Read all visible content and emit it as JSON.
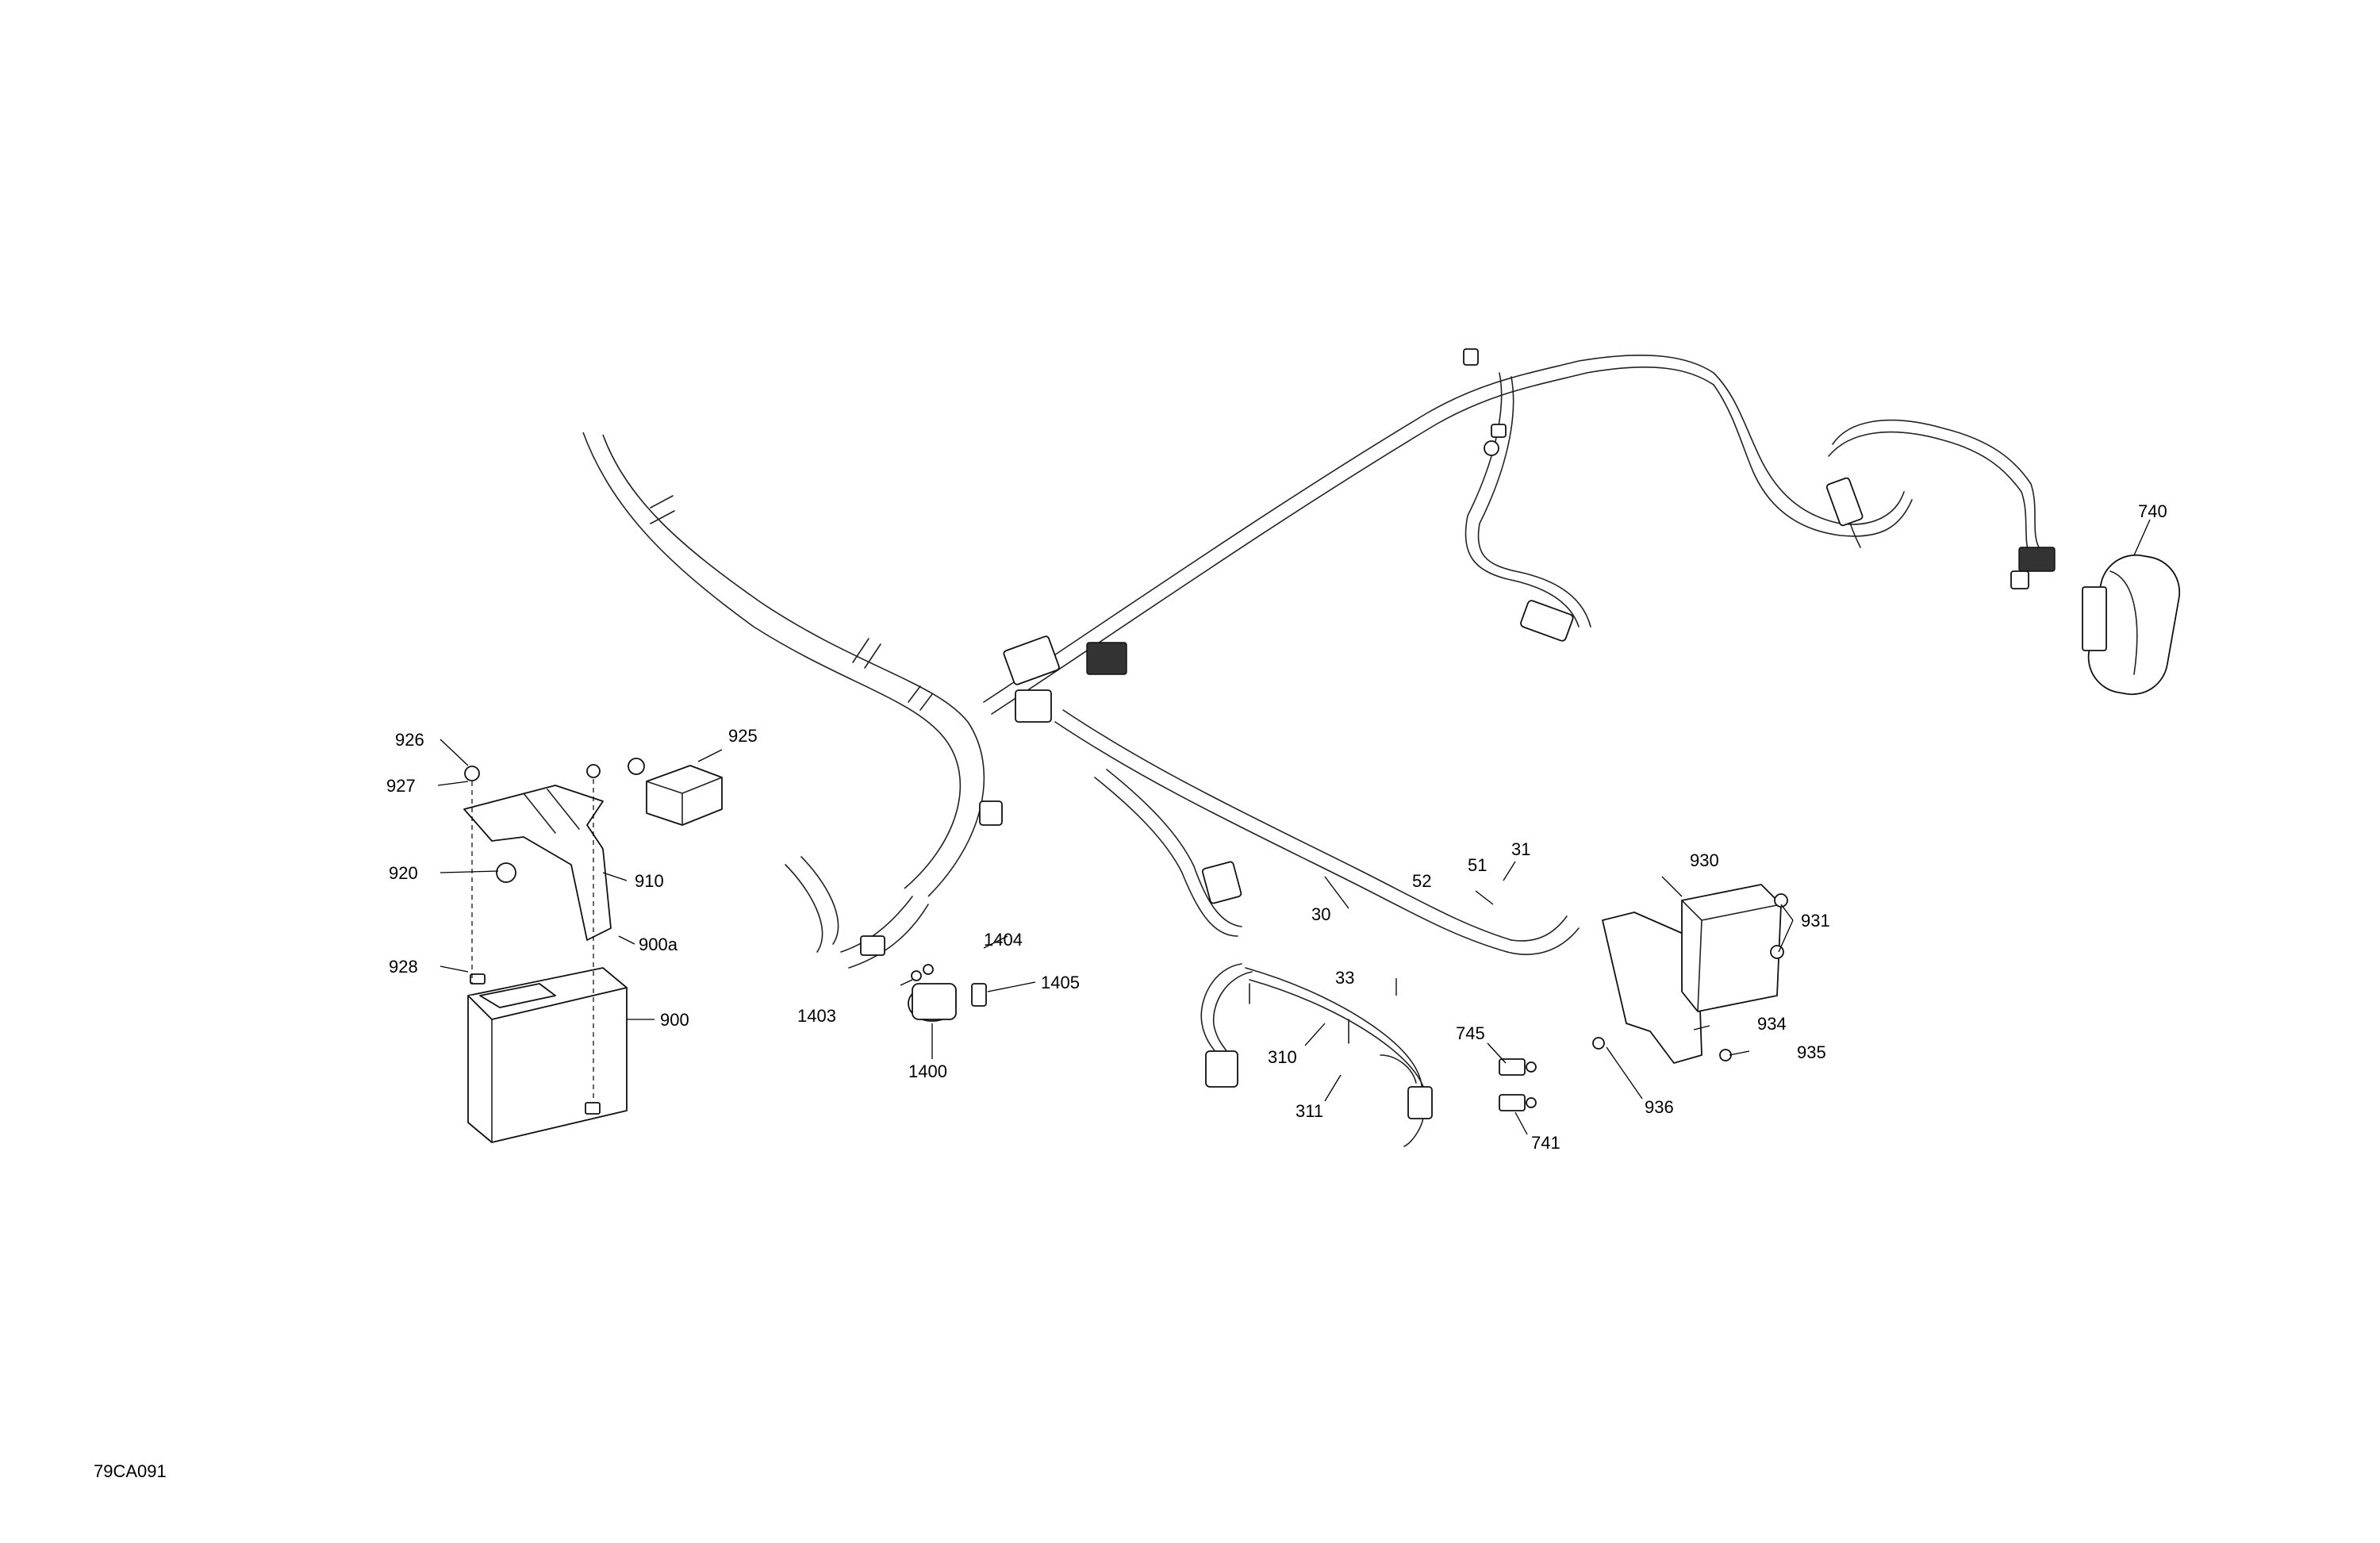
{
  "drawing": {
    "reference_code": "79CA091"
  },
  "callouts": [
    {
      "id": "926",
      "label": "926"
    },
    {
      "id": "925",
      "label": "925"
    },
    {
      "id": "927",
      "label": "927"
    },
    {
      "id": "920",
      "label": "920"
    },
    {
      "id": "910",
      "label": "910"
    },
    {
      "id": "900a",
      "label": "900a"
    },
    {
      "id": "928",
      "label": "928"
    },
    {
      "id": "900",
      "label": "900"
    },
    {
      "id": "1404",
      "label": "1404"
    },
    {
      "id": "1405",
      "label": "1405"
    },
    {
      "id": "1403",
      "label": "1403"
    },
    {
      "id": "1400",
      "label": "1400"
    },
    {
      "id": "30",
      "label": "30"
    },
    {
      "id": "31",
      "label": "31"
    },
    {
      "id": "51",
      "label": "51"
    },
    {
      "id": "52",
      "label": "52"
    },
    {
      "id": "33",
      "label": "33"
    },
    {
      "id": "310",
      "label": "310"
    },
    {
      "id": "311",
      "label": "311"
    },
    {
      "id": "745",
      "label": "745"
    },
    {
      "id": "741",
      "label": "741"
    },
    {
      "id": "930",
      "label": "930"
    },
    {
      "id": "931",
      "label": "931"
    },
    {
      "id": "934",
      "label": "934"
    },
    {
      "id": "935",
      "label": "935"
    },
    {
      "id": "936",
      "label": "936"
    },
    {
      "id": "740",
      "label": "740"
    }
  ]
}
